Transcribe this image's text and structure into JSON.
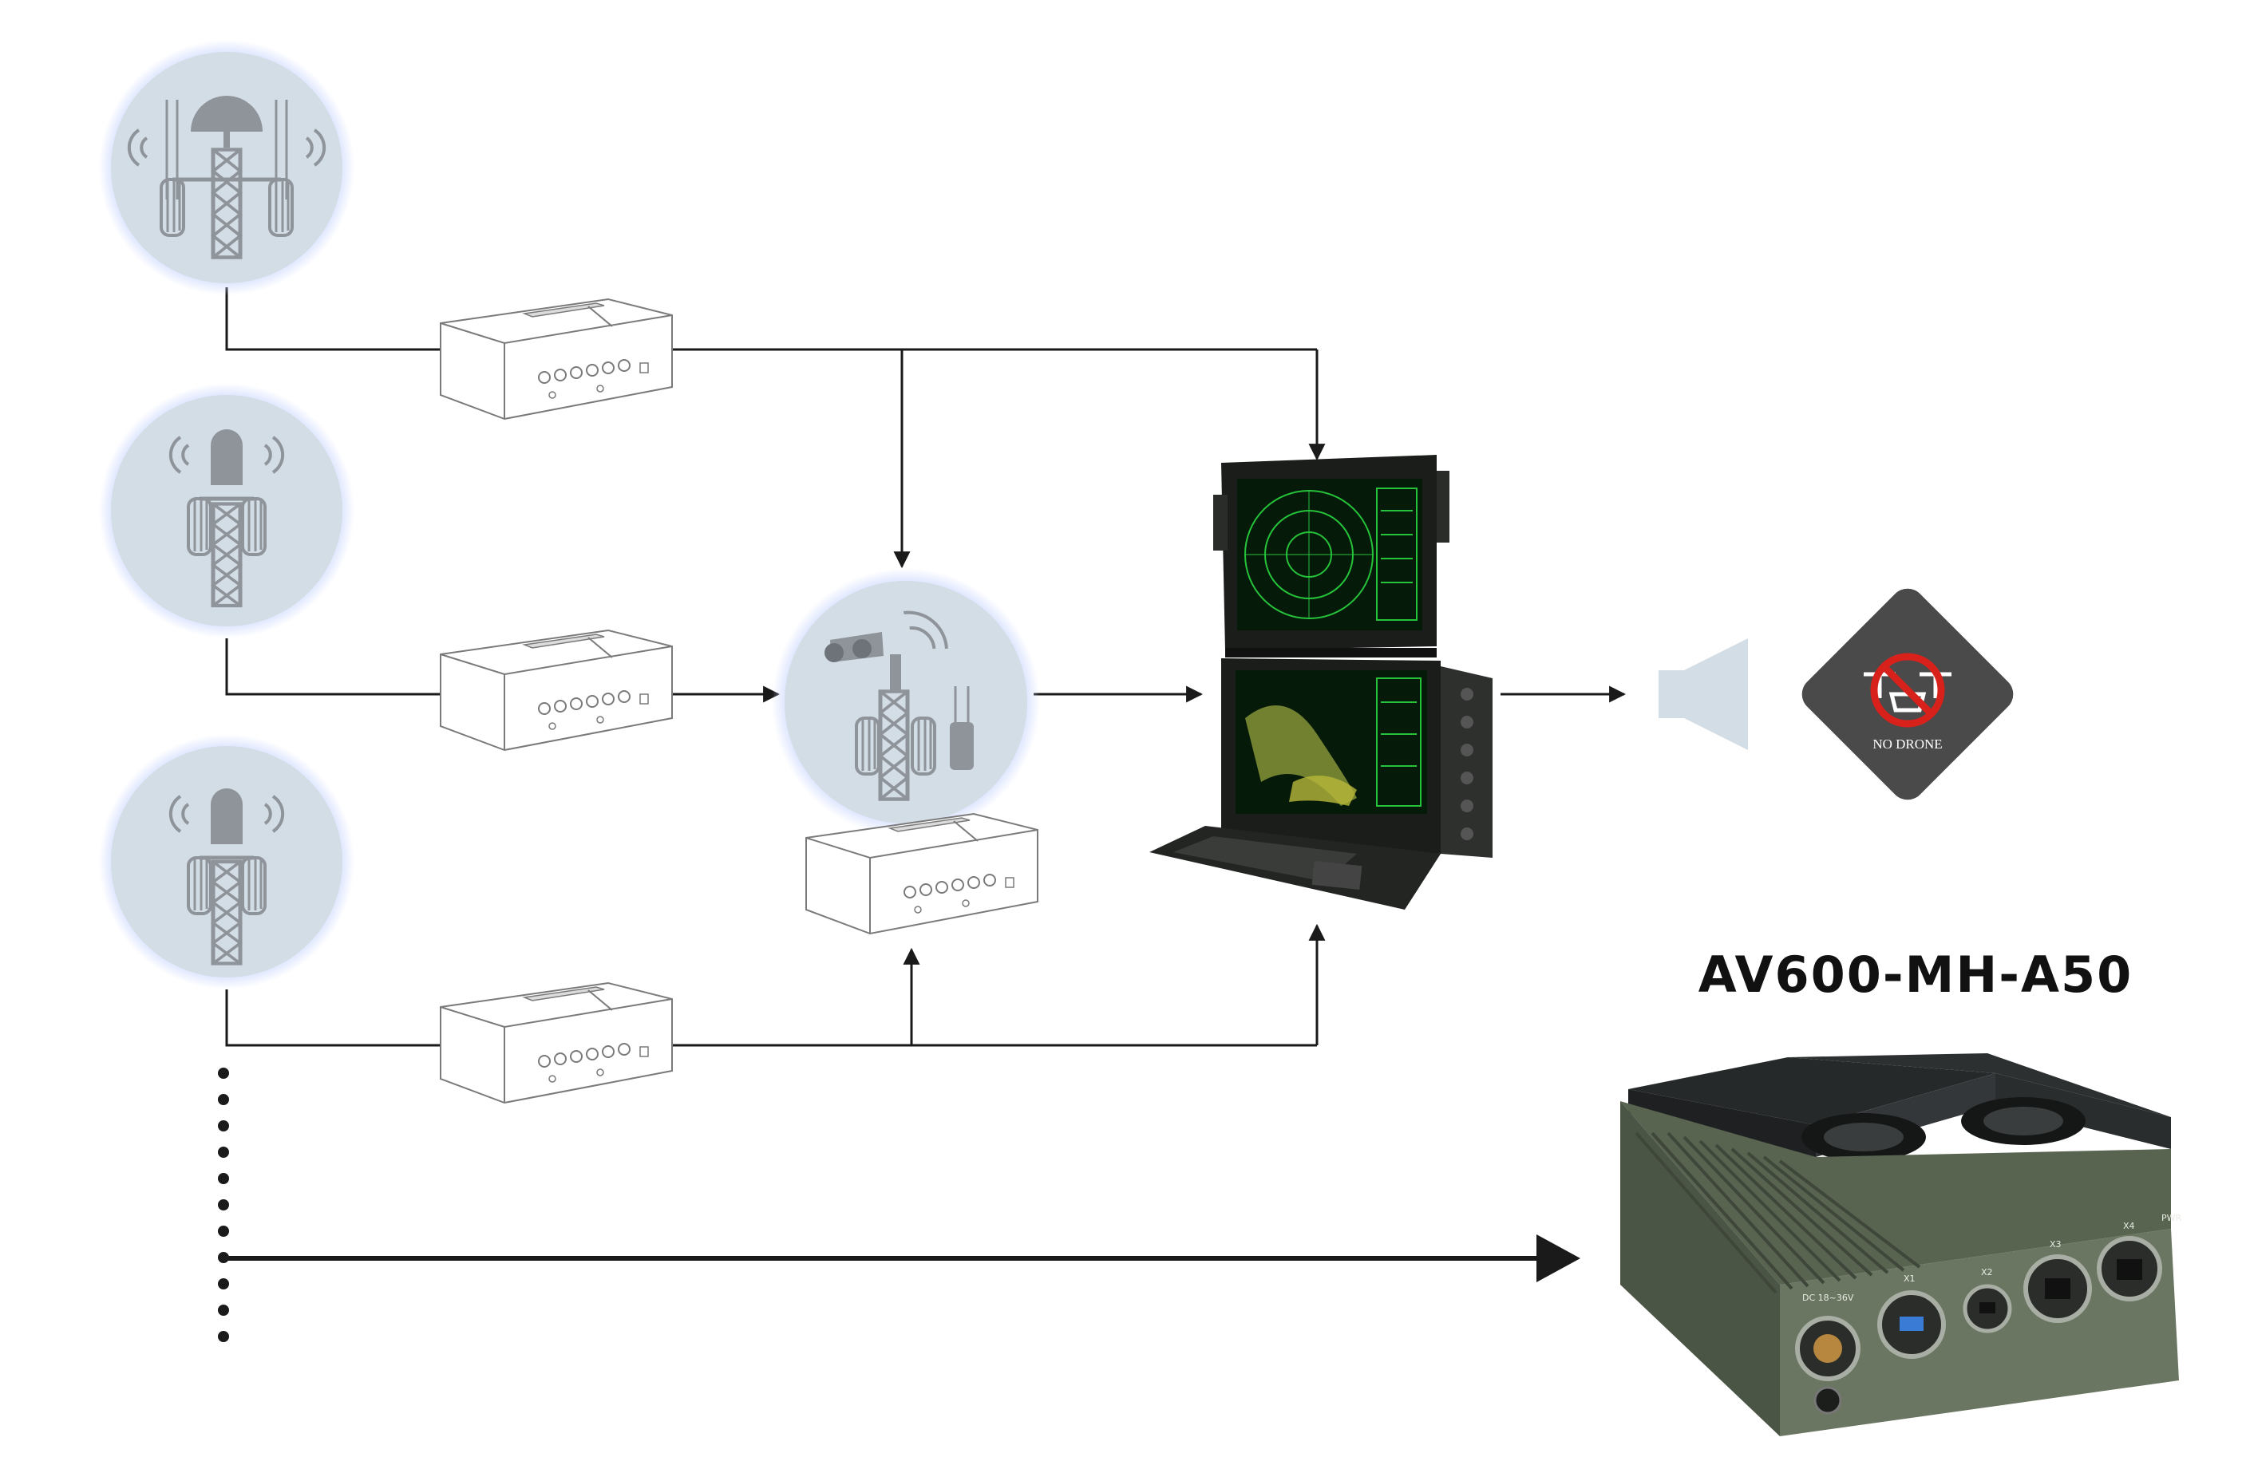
{
  "product": {
    "name": "AV600-MH-A50",
    "port_labels": [
      "DC 18~36V",
      "X1",
      "X2",
      "X3",
      "X4",
      "PWR"
    ]
  },
  "no_drone_sign": {
    "text": "NO DRONE"
  },
  "colors": {
    "line": "#1a1a1a",
    "circle_fill": "#d3dde6",
    "circle_glow": "#c9d6ff",
    "icon_fill": "#8e9499",
    "screen_green": "#25c23a",
    "screen_bg": "#061a0a",
    "chassis_green": "#5e6a56",
    "chassis_lid": "#2b2e2d",
    "sign_grey": "#4a4a4a",
    "sign_red": "#d9211c"
  },
  "icons": {
    "sensor_station_1": "dome-antenna-tower-icon",
    "sensor_station_2": "radar-tower-icon",
    "sensor_station_3": "radar-tower-icon",
    "tracking_station": "camera-tower-icon",
    "processing_unit": "rack-unit-icon",
    "console": "dual-screen-console-icon",
    "alarm": "speaker-icon"
  }
}
